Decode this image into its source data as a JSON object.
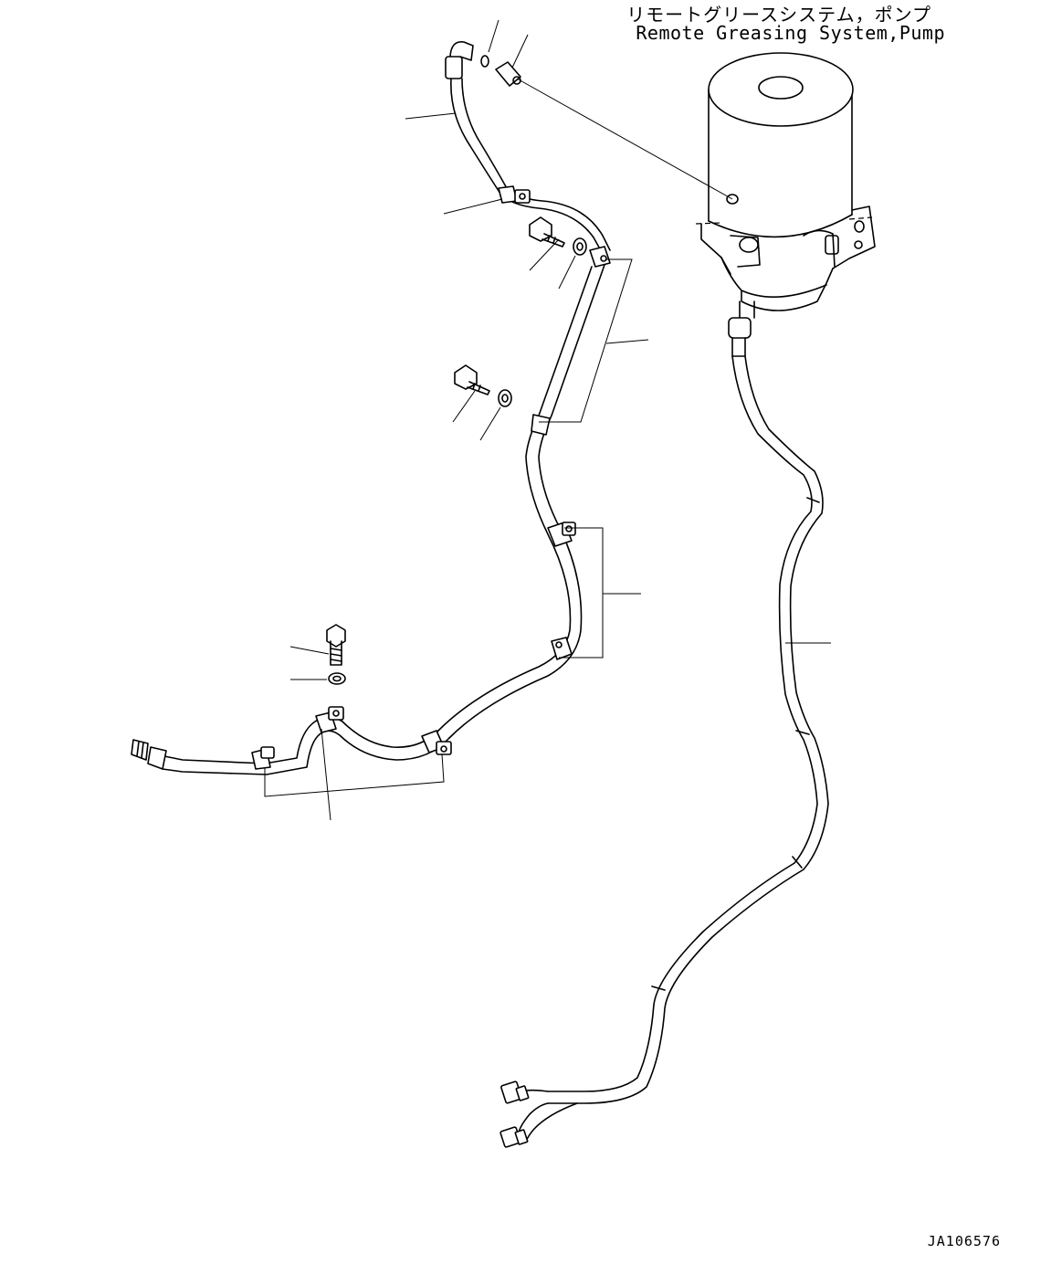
{
  "title": {
    "japanese": "リモートグリースシステム，ポンプ",
    "english": "Remote Greasing System,Pump"
  },
  "drawing_id": "JA106576"
}
